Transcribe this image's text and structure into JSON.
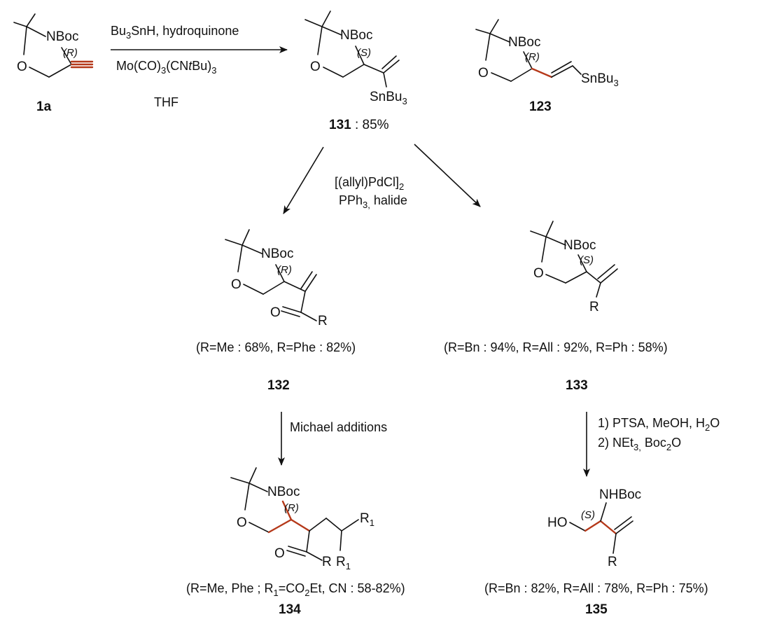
{
  "reagents": {
    "step1": {
      "line1_a": "Bu",
      "line1_sub": "3",
      "line1_b": "SnH, hydroquinone",
      "line2_a": "Mo(CO)",
      "line2_sub1": "3",
      "line2_b": "(CN",
      "line2_t": "t",
      "line2_c": "Bu)",
      "line2_sub2": "3",
      "line3": "THF"
    },
    "step2": {
      "line1_a": "[(allyl)PdCl]",
      "line1_sub": "2",
      "line2_a": "PPh",
      "line2_sub": "3,",
      "line2_b": " halide"
    },
    "step3": {
      "line1": "Michael additions"
    },
    "step4": {
      "line1_a": "1) PTSA, MeOH, H",
      "line1_sub": "2",
      "line1_b": "O",
      "line2_a": "2) NEt",
      "line2_sub": "3,",
      "line2_b": " Boc",
      "line2_sub2": "2",
      "line2_c": "O"
    }
  },
  "compounds": {
    "c1a": {
      "id": "1a",
      "nboc": "NBoc",
      "o": "O",
      "stereo": "(R)"
    },
    "c131": {
      "id": "131",
      "yield": " : 85%",
      "nboc": "NBoc",
      "o": "O",
      "stereo": "(S)",
      "sn_a": "SnBu",
      "sn_sub": "3"
    },
    "c123": {
      "id": "123",
      "nboc": "NBoc",
      "o": "O",
      "stereo": "(R)",
      "sn_a": "SnBu",
      "sn_sub": "3"
    },
    "c132": {
      "id": "132",
      "nboc": "NBoc",
      "o": "O",
      "stereo": "(R)",
      "carbonyl_o": "O",
      "r": "R",
      "yields": "(R=Me : 68%, R=Phe : 82%)"
    },
    "c133": {
      "id": "133",
      "nboc": "NBoc",
      "o": "O",
      "stereo": "(S)",
      "r": "R",
      "yields": "(R=Bn : 94%, R=All : 92%, R=Ph : 58%)"
    },
    "c134": {
      "id": "134",
      "nboc": "NBoc",
      "o": "O",
      "stereo": "(R)",
      "carbonyl_o": "O",
      "r": "R",
      "r1": "R",
      "r1_sub": "1",
      "yields_a": "(R=Me, Phe ; R",
      "yields_sub1": "1",
      "yields_b": "=CO",
      "yields_sub2": "2",
      "yields_c": "Et, CN : 58-82%)"
    },
    "c135": {
      "id": "135",
      "nhboc": "NHBoc",
      "ho": "HO",
      "stereo": "(S)",
      "r": "R",
      "yields": "(R=Bn : 82%, R=All : 78%, R=Ph : 75%)"
    }
  }
}
